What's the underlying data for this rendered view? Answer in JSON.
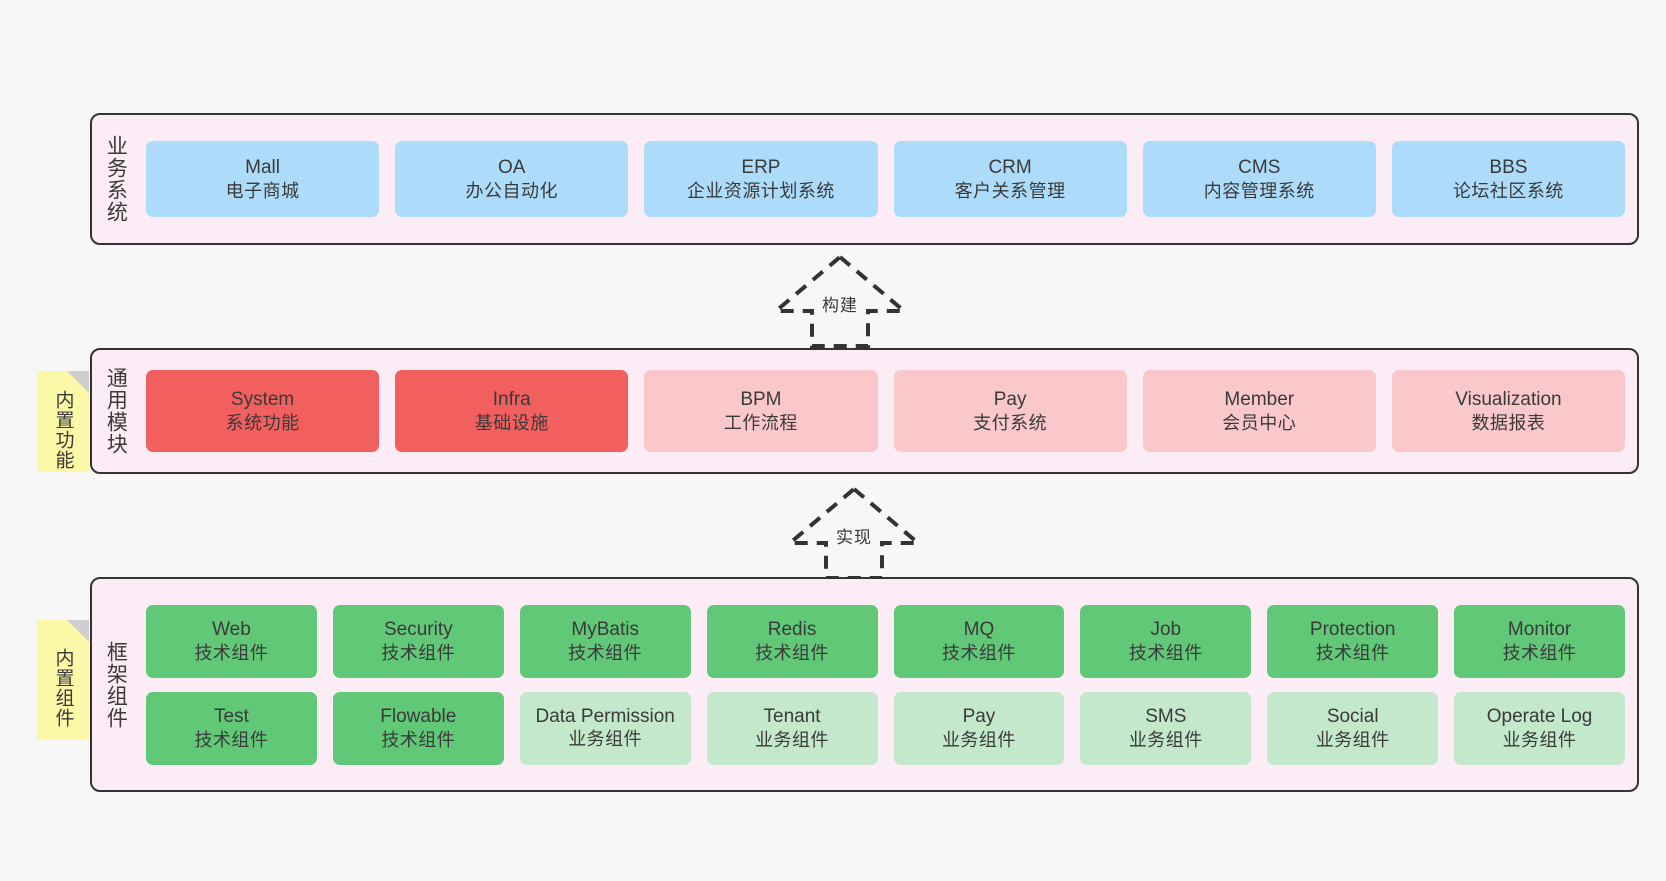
{
  "diagram": {
    "background": "#f7f7f7",
    "panel_fill": "#fbecf5",
    "panel_stroke": "#333333"
  },
  "notes": [
    {
      "id": "builtin-function",
      "text": "内置功能",
      "color": "#fbf8a8"
    },
    {
      "id": "builtin-component",
      "text": "内置组件",
      "color": "#fbf8a8"
    }
  ],
  "arrows": [
    {
      "id": "build",
      "label": "构建",
      "style": "dashed-hollow-triangle-up"
    },
    {
      "id": "implement",
      "label": "实现",
      "style": "dashed-hollow-triangle-up"
    }
  ],
  "layers": [
    {
      "id": "business-systems",
      "title": "业务系统",
      "rows": [
        [
          {
            "en": "Mall",
            "cn": "电子商城",
            "color": "#addcfb",
            "variant": "blue"
          },
          {
            "en": "OA",
            "cn": "办公自动化",
            "color": "#addcfb",
            "variant": "blue"
          },
          {
            "en": "ERP",
            "cn": "企业资源计划系统",
            "color": "#addcfb",
            "variant": "blue"
          },
          {
            "en": "CRM",
            "cn": "客户关系管理",
            "color": "#addcfb",
            "variant": "blue"
          },
          {
            "en": "CMS",
            "cn": "内容管理系统",
            "color": "#addcfb",
            "variant": "blue"
          },
          {
            "en": "BBS",
            "cn": "论坛社区系统",
            "color": "#addcfb",
            "variant": "blue"
          }
        ]
      ]
    },
    {
      "id": "common-modules",
      "title": "通用模块",
      "rows": [
        [
          {
            "en": "System",
            "cn": "系统功能",
            "color": "#f15f5f",
            "variant": "red"
          },
          {
            "en": "Infra",
            "cn": "基础设施",
            "color": "#f15f5f",
            "variant": "red"
          },
          {
            "en": "BPM",
            "cn": "工作流程",
            "color": "#fac7ca",
            "variant": "pink"
          },
          {
            "en": "Pay",
            "cn": "支付系统",
            "color": "#fac7ca",
            "variant": "pink"
          },
          {
            "en": "Member",
            "cn": "会员中心",
            "color": "#fac7ca",
            "variant": "pink"
          },
          {
            "en": "Visualization",
            "cn": "数据报表",
            "color": "#fac7ca",
            "variant": "pink"
          }
        ]
      ]
    },
    {
      "id": "framework-components",
      "title": "框架组件",
      "rows": [
        [
          {
            "en": "Web",
            "cn": "技术组件",
            "color": "#61c878",
            "variant": "green"
          },
          {
            "en": "Security",
            "cn": "技术组件",
            "color": "#61c878",
            "variant": "green"
          },
          {
            "en": "MyBatis",
            "cn": "技术组件",
            "color": "#61c878",
            "variant": "green"
          },
          {
            "en": "Redis",
            "cn": "技术组件",
            "color": "#61c878",
            "variant": "green"
          },
          {
            "en": "MQ",
            "cn": "技术组件",
            "color": "#61c878",
            "variant": "green"
          },
          {
            "en": "Job",
            "cn": "技术组件",
            "color": "#61c878",
            "variant": "green"
          },
          {
            "en": "Protection",
            "cn": "技术组件",
            "color": "#61c878",
            "variant": "green"
          },
          {
            "en": "Monitor",
            "cn": "技术组件",
            "color": "#61c878",
            "variant": "green"
          }
        ],
        [
          {
            "en": "Test",
            "cn": "技术组件",
            "color": "#61c878",
            "variant": "green"
          },
          {
            "en": "Flowable",
            "cn": "技术组件",
            "color": "#61c878",
            "variant": "green"
          },
          {
            "en": "Data Permission",
            "cn": "业务组件",
            "color": "#c3e8cb",
            "variant": "lightgreen",
            "wrap": true
          },
          {
            "en": "Tenant",
            "cn": "业务组件",
            "color": "#c3e8cb",
            "variant": "lightgreen"
          },
          {
            "en": "Pay",
            "cn": "业务组件",
            "color": "#c3e8cb",
            "variant": "lightgreen"
          },
          {
            "en": "SMS",
            "cn": "业务组件",
            "color": "#c3e8cb",
            "variant": "lightgreen"
          },
          {
            "en": "Social",
            "cn": "业务组件",
            "color": "#c3e8cb",
            "variant": "lightgreen"
          },
          {
            "en": "Operate Log",
            "cn": "业务组件",
            "color": "#c3e8cb",
            "variant": "lightgreen"
          }
        ]
      ]
    }
  ]
}
